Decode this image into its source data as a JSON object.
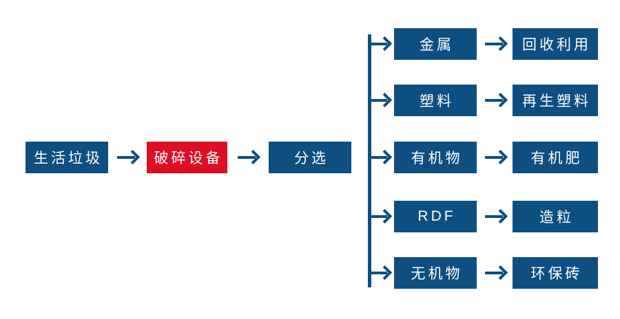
{
  "diagram_title": "household-waste-processing-flowchart",
  "colors": {
    "node_blue": "#0d4f80",
    "node_red": "#de0e23",
    "connector_blue": "#0d4f80",
    "text": "#ffffff",
    "background": "#ffffff"
  },
  "icons": {
    "flow_arrow": "→"
  },
  "main_flow": {
    "source_label": "生活垃圾",
    "crusher_label": "破碎设备",
    "sorting_label": "分选"
  },
  "branches": [
    {
      "material": "金属",
      "result": "回收利用"
    },
    {
      "material": "塑料",
      "result": "再生塑料"
    },
    {
      "material": "有机物",
      "result": "有机肥"
    },
    {
      "material": "RDF",
      "result": "造粒"
    },
    {
      "material": "无机物",
      "result": "环保砖"
    }
  ]
}
